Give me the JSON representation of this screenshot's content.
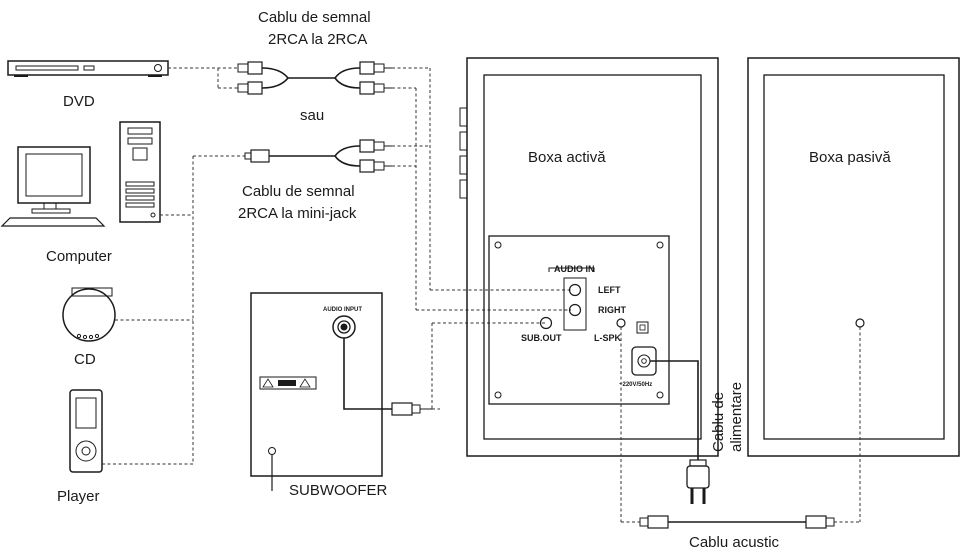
{
  "labels": {
    "cable_rca_title_line1": "Cablu de semnal",
    "cable_rca_title_line2": "2RCA la 2RCA",
    "or_text": "sau",
    "cable_jack_line1": "Cablu de semnal",
    "cable_jack_line2": "2RCA la mini-jack",
    "dvd": "DVD",
    "computer": "Computer",
    "cd": "CD",
    "player": "Player",
    "subwoofer": "SUBWOOFER",
    "audio_input": "AUDIO INPUT",
    "active_speaker": "Boxa activă",
    "passive_speaker": "Boxa pasivă",
    "audio_in": "AUDIO IN",
    "left": "LEFT",
    "right": "RIGHT",
    "sub_out": "SUB.OUT",
    "l_spk": "L-SPK",
    "power_rating": "~220V/50Hz",
    "power_cable_line1": "Cablu de",
    "power_cable_line2": "alimentare",
    "speaker_cable": "Cablu acustic"
  }
}
